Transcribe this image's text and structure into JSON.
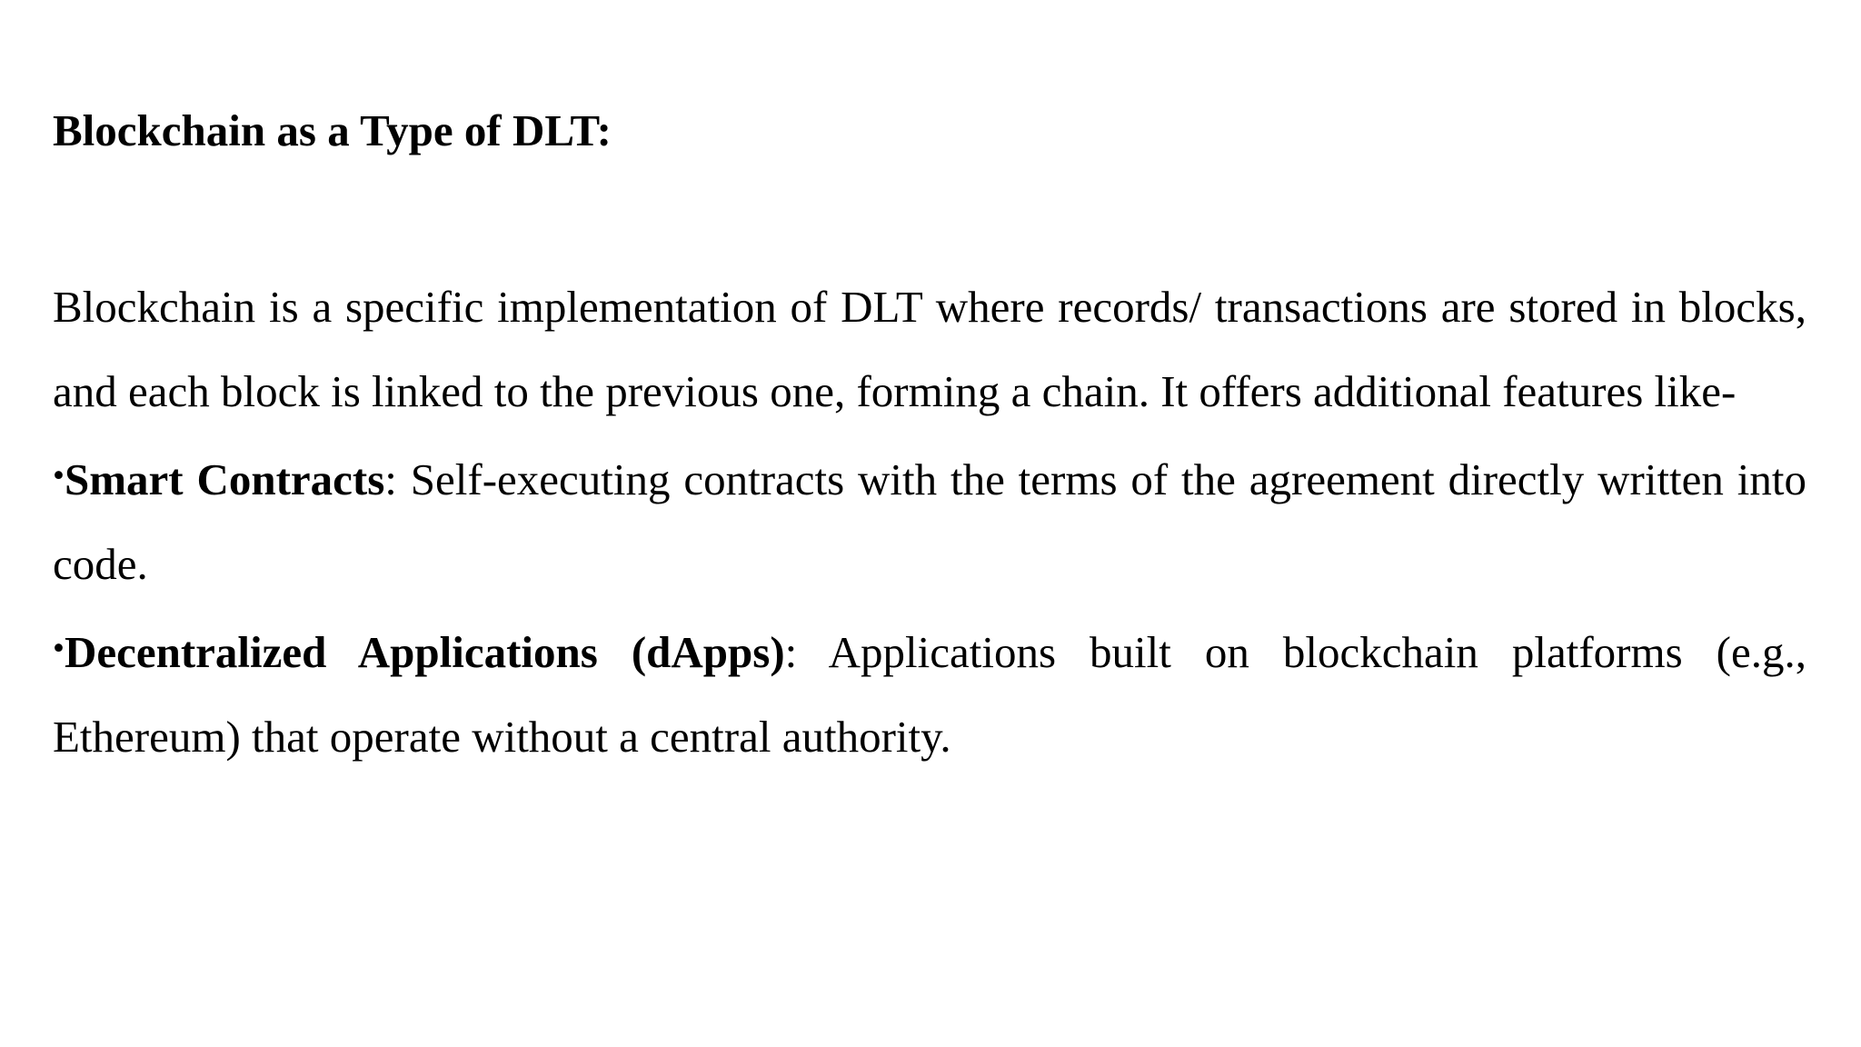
{
  "slide": {
    "heading": "Blockchain as a Type of DLT:",
    "intro": "Blockchain is a specific implementation of DLT where records/ transactions are stored in blocks, and each block is linked to the previous one, forming a chain. It offers additional features like-",
    "bullets": [
      {
        "marker": "•",
        "term": "Smart Contracts",
        "separator": ":",
        "description": " Self-executing contracts with the terms of the agreement directly written into code."
      },
      {
        "marker": "•",
        "term": "Decentralized Applications (dApps)",
        "separator": ":",
        "description": " Applications built on blockchain platforms (e.g., Ethereum) that operate without a central authority."
      }
    ]
  }
}
